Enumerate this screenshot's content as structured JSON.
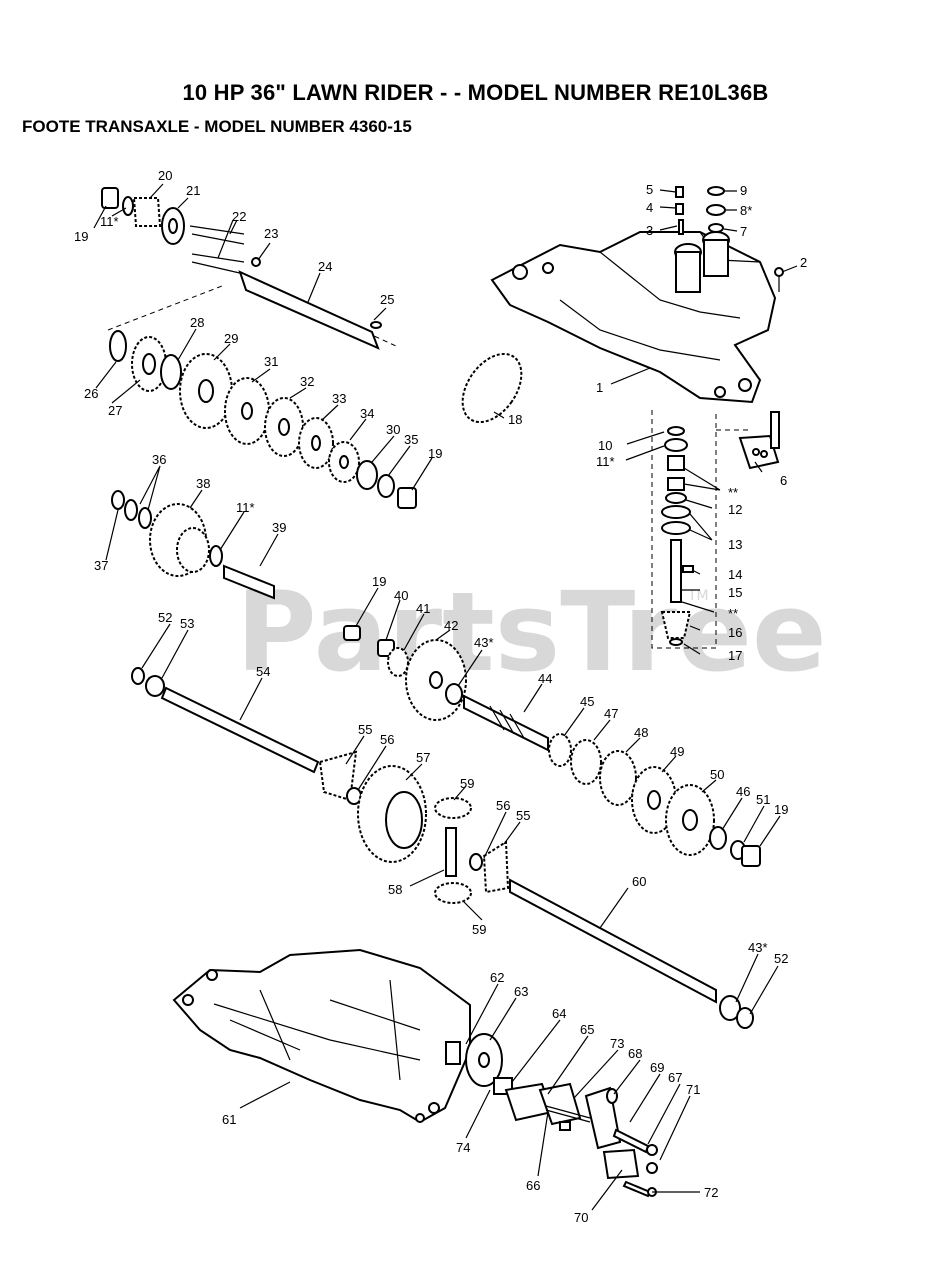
{
  "header": {
    "title": "10 HP 36\" LAWN RIDER - - MODEL NUMBER RE10L36B",
    "subtitle": "FOOTE  TRANSAXLE - MODEL NUMBER 4360-15"
  },
  "watermark": {
    "text": "PartsTree",
    "tm": "TM"
  },
  "labels": {
    "l1": "1",
    "l2": "2",
    "l3": "3",
    "l4": "4",
    "l5": "5",
    "l6": "6",
    "l7": "7",
    "l8": "8*",
    "l9": "9",
    "l10": "10",
    "l11a": "11*",
    "l11b": "11*",
    "l11c": "11*",
    "l12": "12",
    "l13": "13",
    "l14": "14",
    "l15": "15",
    "l16": "16",
    "l17": "17",
    "l18": "18",
    "l19a": "19",
    "l19b": "19",
    "l19c": "19",
    "l19d": "19",
    "l20": "20",
    "l21": "21",
    "l22": "22",
    "l23": "23",
    "l24": "24",
    "l25": "25",
    "l26": "26",
    "l27": "27",
    "l28": "28",
    "l29": "29",
    "l30": "30",
    "l31": "31",
    "l32": "32",
    "l33": "33",
    "l34": "34",
    "l35": "35",
    "l36": "36",
    "l37": "37",
    "l38": "38",
    "l39": "39",
    "l40": "40",
    "l41": "41",
    "l42": "42",
    "l43a": "43*",
    "l43b": "43*",
    "l44": "44",
    "l45": "45",
    "l46": "46",
    "l47": "47",
    "l48": "48",
    "l49": "49",
    "l50": "50",
    "l51": "51",
    "l52a": "52",
    "l52b": "52",
    "l53": "53",
    "l54": "54",
    "l55a": "55",
    "l55b": "55",
    "l56a": "56",
    "l56b": "56",
    "l57": "57",
    "l58": "58",
    "l59a": "59",
    "l59b": "59",
    "l60": "60",
    "l61": "61",
    "l62": "62",
    "l63": "63",
    "l64": "64",
    "l65": "65",
    "l66": "66",
    "l67": "67",
    "l68": "68",
    "l69": "69",
    "l70": "70",
    "l71": "71",
    "l72": "72",
    "l73": "73",
    "l74": "74",
    "ss1": "**",
    "ss2": "**"
  }
}
